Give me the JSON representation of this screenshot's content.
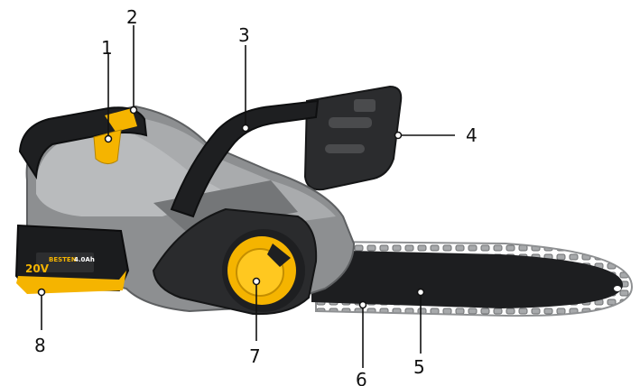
{
  "figure": {
    "callouts": [
      {
        "id": 1,
        "label": "1"
      },
      {
        "id": 2,
        "label": "2"
      },
      {
        "id": 3,
        "label": "3"
      },
      {
        "id": 4,
        "label": "4"
      },
      {
        "id": 5,
        "label": "5"
      },
      {
        "id": 6,
        "label": "6"
      },
      {
        "id": 7,
        "label": "7"
      },
      {
        "id": 8,
        "label": "8"
      }
    ],
    "battery": {
      "voltage": "20V",
      "brand": "BESTEN",
      "capacity": "4.0Ah"
    },
    "colors": {
      "accent_yellow": "#f5b400",
      "body_gray": "#8a8c8e",
      "light_gray": "#b9bbbd",
      "dark": "#1e1f21",
      "chain": "#9a9c9e"
    }
  }
}
